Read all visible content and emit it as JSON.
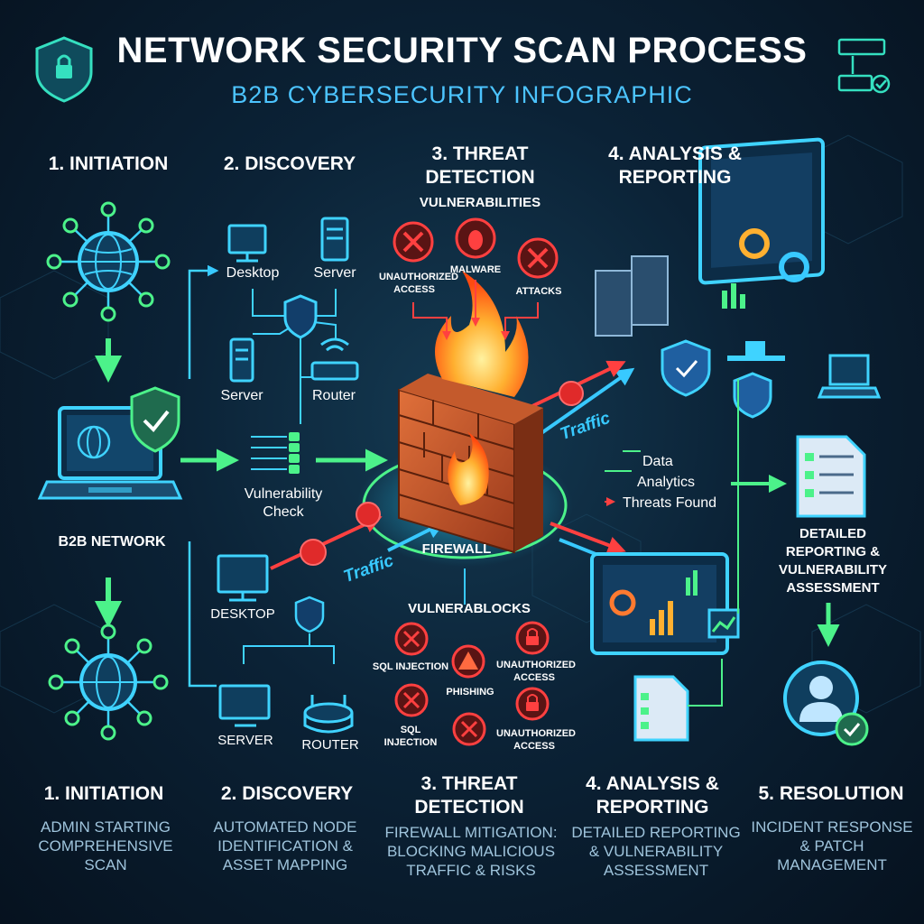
{
  "header": {
    "title": "NETWORK SECURITY SCAN PROCESS",
    "subtitle": "B2B CYBERSECURITY INFOGRAPHIC"
  },
  "top_steps": [
    {
      "label": "1. INITIATION"
    },
    {
      "label": "2. DISCOVERY"
    },
    {
      "label": "3. THREAT DETECTION"
    },
    {
      "label": "4. ANALYSIS & REPORTING"
    }
  ],
  "initiation": {
    "network_label": "B2B NETWORK"
  },
  "discovery": {
    "nodes": [
      "Desktop",
      "Server",
      "Server",
      "Router"
    ],
    "check_label": "Vulnerability Check",
    "lower_nodes": [
      "DESKTOP",
      "SERVER",
      "ROUTER"
    ]
  },
  "threat_detection": {
    "vulnerabilities_title": "VULNERABILITIES",
    "threats": [
      "UNAUTHORIZED ACCESS",
      "MALWARE",
      "ATTACKS"
    ],
    "firewall_label": "FIREWALL",
    "traffic_label": "Traffic",
    "blocks_title": "VULNERABLOCKS",
    "blocks": [
      "SQL INJECTION",
      "PHISHING",
      "UNAUTHORIZED ACCESS",
      "SQL INJECTION",
      "UNAUTHORIZED ACCESS"
    ]
  },
  "analysis": {
    "outputs": [
      "Data",
      "Analytics",
      "Threats Found"
    ],
    "report_label": "DETAILED REPORTING & VULNERABILITY ASSESSMENT"
  },
  "bottom_steps": [
    {
      "label": "1. INITIATION",
      "desc": "ADMIN STARTING COMPREHENSIVE SCAN"
    },
    {
      "label": "2. DISCOVERY",
      "desc": "AUTOMATED NODE IDENTIFICATION & ASSET MAPPING"
    },
    {
      "label": "3. THREAT DETECTION",
      "desc": "FIREWALL MITIGATION: BLOCKING MALICIOUS TRAFFIC & RISKS"
    },
    {
      "label": "4. ANALYSIS & REPORTING",
      "desc": "DETAILED REPORTING & VULNERABILITY ASSESSMENT"
    },
    {
      "label": "5. RESOLUTION",
      "desc": "INCIDENT RESPONSE & PATCH MANAGEMENT"
    }
  ],
  "colors": {
    "accent_blue": "#38c9ff",
    "accent_green": "#4cf28a",
    "danger_red": "#ff3b3b",
    "background": "#0b2236"
  }
}
